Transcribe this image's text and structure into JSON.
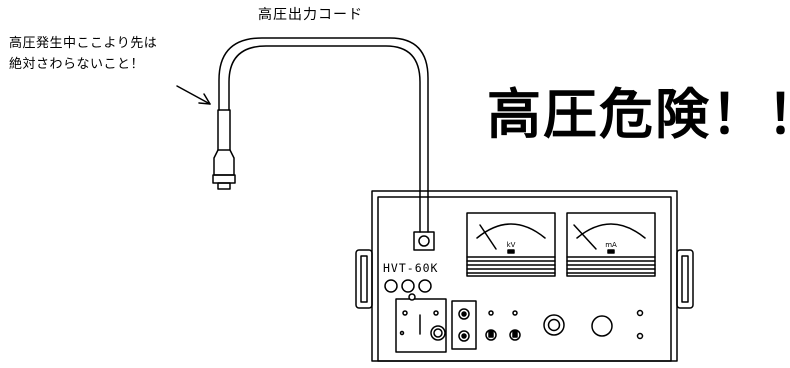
{
  "labels": {
    "cable": "高圧出力コード",
    "warning_line1": "高圧発生中ここより先は",
    "warning_line2": "絶対さわらないこと！",
    "danger_title": "高圧危険！！",
    "model": "HVT-60K",
    "meter_left_unit": "kV",
    "meter_right_unit": "mA"
  },
  "colors": {
    "line": "#000000",
    "background": "#ffffff"
  },
  "icons": [
    "arrow-icon",
    "probe-icon",
    "analog-meter-icon",
    "knob-icon",
    "toggle-switch-icon",
    "side-handle-icon"
  ]
}
